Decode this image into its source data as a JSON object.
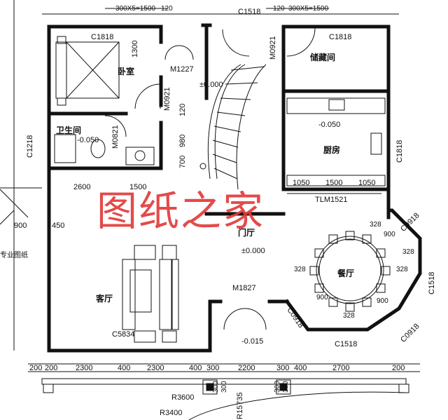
{
  "rooms": {
    "bedroom": "卧室",
    "storage": "储藏间",
    "bathroom": "卫生间",
    "kitchen": "厨房",
    "foyer": "门厅",
    "living": "客厅",
    "dining": "餐厅"
  },
  "windows": [
    "C1818",
    "C1518",
    "C1818",
    "C1218",
    "C1818",
    "C0918",
    "C1518",
    "C0918",
    "C1518",
    "C0918",
    "C5834"
  ],
  "doors": [
    "M1227",
    "M0921",
    "M0921",
    "M0821",
    "TLM1521",
    "M1827"
  ],
  "elevations": [
    "±0.000",
    "-0.050",
    "-0.050",
    "±0.000",
    "-0.015"
  ],
  "dims_top": [
    "300X5=1500",
    "120",
    "120",
    "300X5=1500"
  ],
  "dims_inner": [
    "1300",
    "120",
    "980",
    "700",
    "2600",
    "1500",
    "450",
    "900",
    "1050",
    "1500",
    "1050"
  ],
  "dims_bottom": [
    "200",
    "200",
    "2300",
    "400",
    "2300",
    "400",
    "300",
    "2200",
    "300",
    "400",
    "2700",
    "200"
  ],
  "dims_stair": [
    "300",
    "300",
    "300",
    "300",
    "R3600",
    "R15735",
    "R3400"
  ],
  "dining_dims": [
    "328",
    "900",
    "328",
    "328",
    "900",
    "328",
    "328",
    "900"
  ],
  "side_note": "专业图纸",
  "watermark": "图纸之家"
}
